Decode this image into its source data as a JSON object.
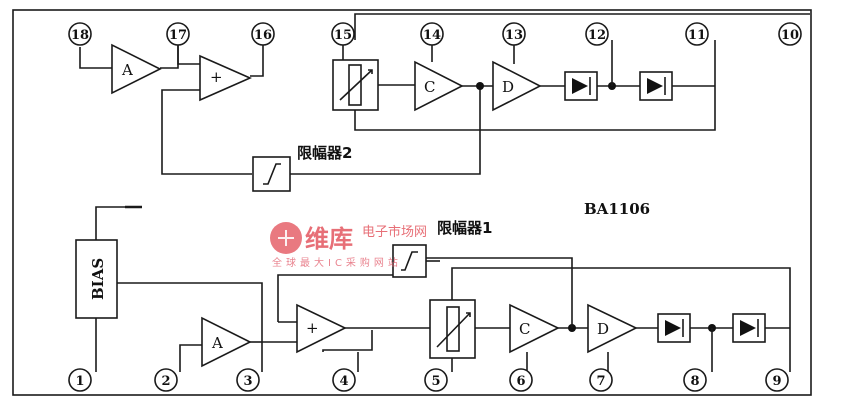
{
  "pins_top": [
    "18",
    "17",
    "16",
    "15",
    "14",
    "13",
    "12",
    "11",
    "10"
  ],
  "pins_bottom": [
    "1",
    "2",
    "3",
    "4",
    "5",
    "6",
    "7",
    "8",
    "9"
  ],
  "labels": {
    "chip": "BA1106",
    "bias": "BIAS",
    "limiter1": "限幅器1",
    "limiter2": "限幅器2"
  },
  "blocks": {
    "amp_a": "A",
    "sum": "+",
    "amp_c": "C",
    "amp_d": "D"
  },
  "watermark": {
    "brand": "维库",
    "site": "电子市场网",
    "slogan": "全球最大IC采购网站"
  }
}
